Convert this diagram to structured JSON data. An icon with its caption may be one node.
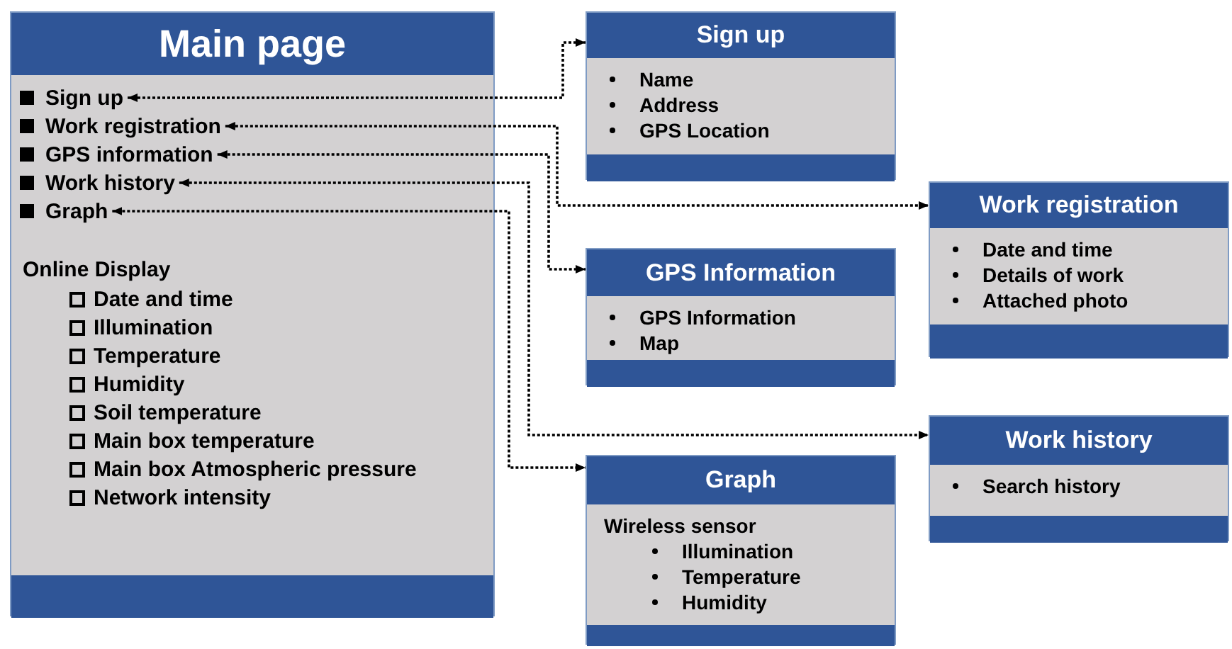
{
  "diagram": {
    "nodes": [
      {
        "text": [
          "Main page",
          "Online Display",
          "Date and time",
          "Illumination",
          "Temperature",
          "Humidity",
          "Soil temperature",
          "Main box temperature",
          "Main box Atmospheric pressure",
          "Network intensity"
        ]
      },
      {
        "text": [
          "Sign up"
        ],
        "in": 0
      },
      {
        "text": [
          "Work registration"
        ],
        "in": 0
      },
      {
        "text": [
          "GPS information"
        ],
        "in": 0
      },
      {
        "text": [
          "Work history"
        ],
        "in": 0
      },
      {
        "text": [
          "Graph"
        ],
        "in": 0
      },
      {
        "text": [
          "Sign up",
          "Name",
          "Address",
          "GPS Location"
        ]
      },
      {
        "text": [
          "Work registration",
          "Date and time",
          "Details of work",
          "Attached photo"
        ]
      },
      {
        "text": [
          "GPS Information",
          "GPS Information",
          "Map"
        ]
      },
      {
        "text": [
          "Work history",
          "Search history"
        ]
      },
      {
        "text": [
          "Graph",
          "Wireless sensor",
          "Illumination",
          "Temperature",
          "Humidity"
        ]
      }
    ],
    "edges": [
      {
        "from": 1,
        "to": 6,
        "arrow": "both",
        "style": "dashed"
      },
      {
        "from": 2,
        "to": 7,
        "arrow": "both",
        "style": "dashed"
      },
      {
        "from": 3,
        "to": 8,
        "arrow": "both",
        "style": "dashed"
      },
      {
        "from": 4,
        "to": 9,
        "arrow": "both",
        "style": "dashed"
      },
      {
        "from": 5,
        "to": 10,
        "arrow": "both",
        "style": "dashed"
      }
    ]
  }
}
